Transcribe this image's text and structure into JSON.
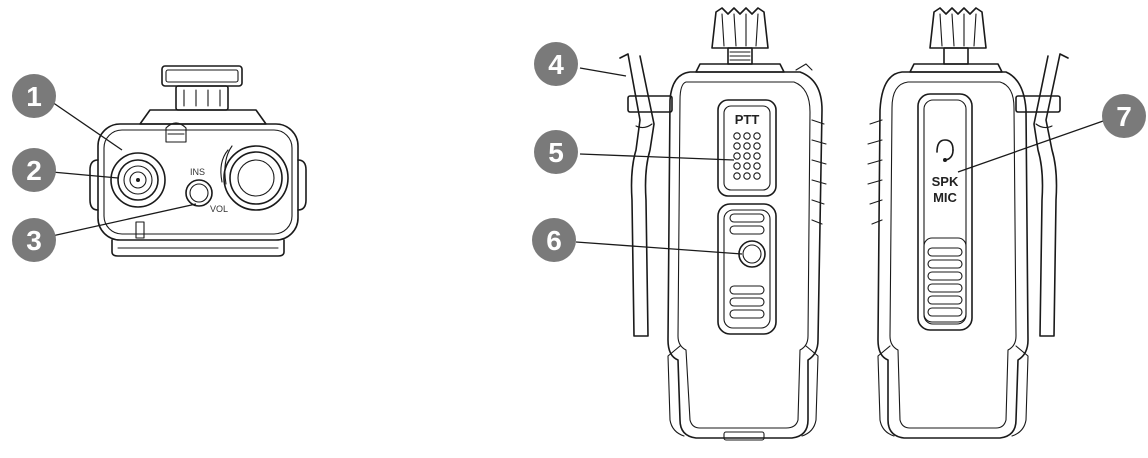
{
  "colors": {
    "bubble": "#7a7a7a",
    "line": "#1a1a1a",
    "background": "#ffffff"
  },
  "callouts": [
    {
      "number": "1"
    },
    {
      "number": "2"
    },
    {
      "number": "3"
    },
    {
      "number": "4"
    },
    {
      "number": "5"
    },
    {
      "number": "6"
    },
    {
      "number": "7"
    }
  ],
  "top_view": {
    "ins_label": "INS",
    "vol_label": "VOL"
  },
  "front_view": {
    "ptt_label": "PTT"
  },
  "back_view": {
    "spk_label": "SPK",
    "mic_label": "MIC",
    "headset_icon": "headset-icon"
  }
}
